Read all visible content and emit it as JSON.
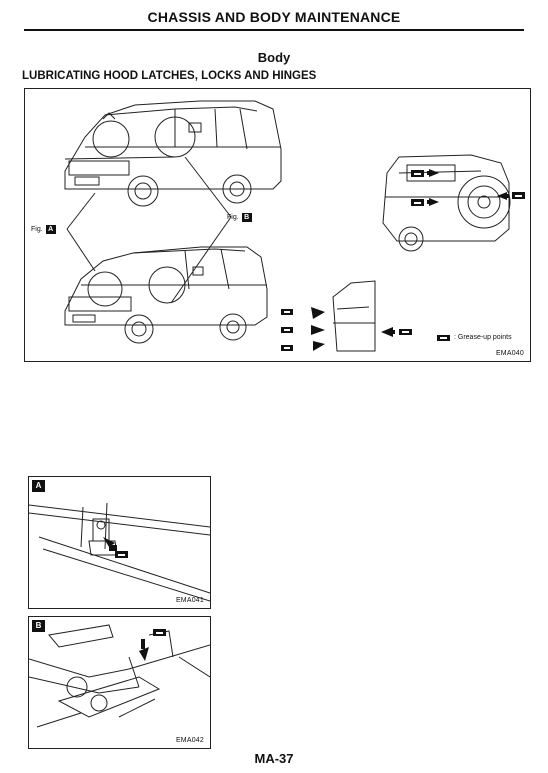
{
  "header": {
    "title": "CHASSIS AND BODY MAINTENANCE"
  },
  "section": {
    "title": "Body"
  },
  "subsection": {
    "title": "LUBRICATING HOOD LATCHES, LOCKS AND HINGES"
  },
  "main_figure": {
    "fig_a_label_prefix": "Fig.",
    "fig_a_letter": "A",
    "fig_b_label_prefix": "Fig.",
    "fig_b_letter": "B",
    "legend_text": ": Grease-up points",
    "code": "EMA040"
  },
  "figure_a": {
    "badge": "A",
    "code": "EMA041"
  },
  "figure_b": {
    "badge": "B",
    "code": "EMA042"
  },
  "footer": {
    "page_number": "MA-37"
  }
}
